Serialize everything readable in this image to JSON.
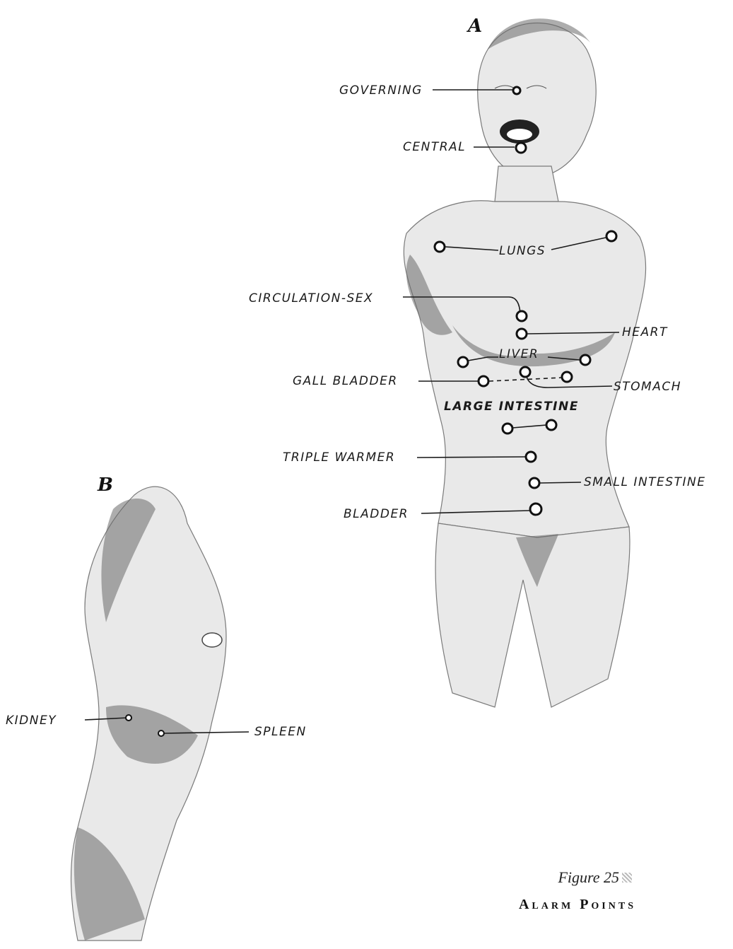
{
  "panels": {
    "a": {
      "letter": "A",
      "labels": {
        "governing": "Governing",
        "central": "Central",
        "lungs": "Lungs",
        "circulation_sex": "Circulation-Sex",
        "heart": "Heart",
        "liver": "Liver",
        "gall_bladder": "Gall Bladder",
        "stomach": "Stomach",
        "large_intestine": "Large Intestine",
        "triple_warmer": "Triple Warmer",
        "small_intestine": "Small Intestine",
        "bladder": "Bladder"
      }
    },
    "b": {
      "letter": "B",
      "labels": {
        "kidney": "Kidney",
        "spleen": "Spleen"
      }
    }
  },
  "caption": {
    "figure": "Figure 25",
    "title": "Alarm Points"
  }
}
